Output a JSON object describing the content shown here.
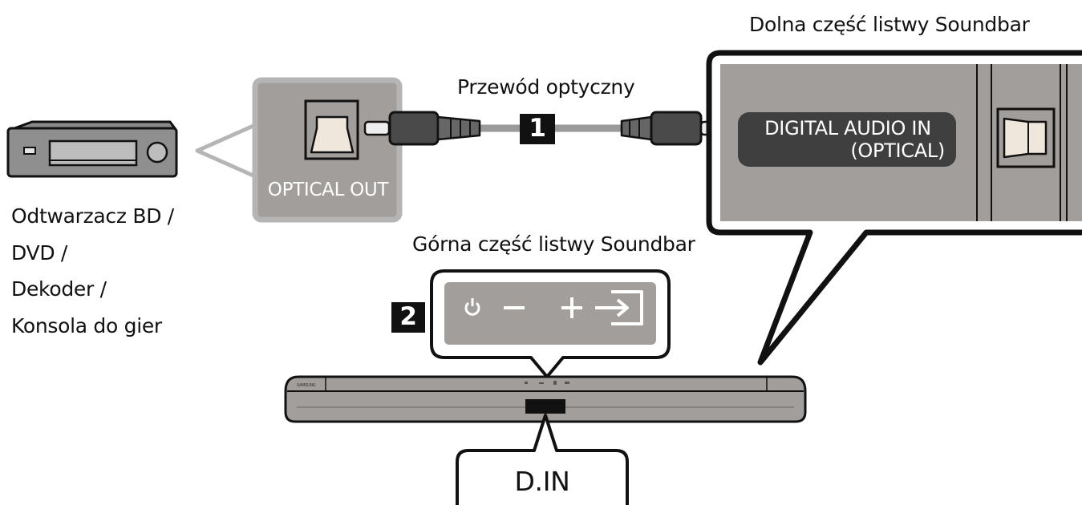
{
  "labels": {
    "bottom_part": "Dolna część listwy Soundbar",
    "cable": "Przewód optyczny",
    "top_part": "Górna część listwy Soundbar",
    "optical_out": "OPTICAL OUT",
    "digital_audio_in_line1": "DIGITAL AUDIO IN",
    "digital_audio_in_line2": "(OPTICAL)",
    "d_in": "D.IN",
    "soundbar_brand": "SAMSUNG"
  },
  "device": {
    "lines": [
      "Odtwarzacz BD /",
      "DVD /",
      "Dekoder /",
      "Konsola do gier"
    ]
  },
  "steps": {
    "step1": "1",
    "step2": "2"
  },
  "control_panel": {
    "icons": [
      "power-icon",
      "volume-down-icon",
      "volume-up-icon",
      "source-input-icon"
    ]
  },
  "colors": {
    "panel_gray": "#a19e9c",
    "dark_gray": "#555555",
    "cable_gray": "#999999",
    "outline": "#111111"
  }
}
